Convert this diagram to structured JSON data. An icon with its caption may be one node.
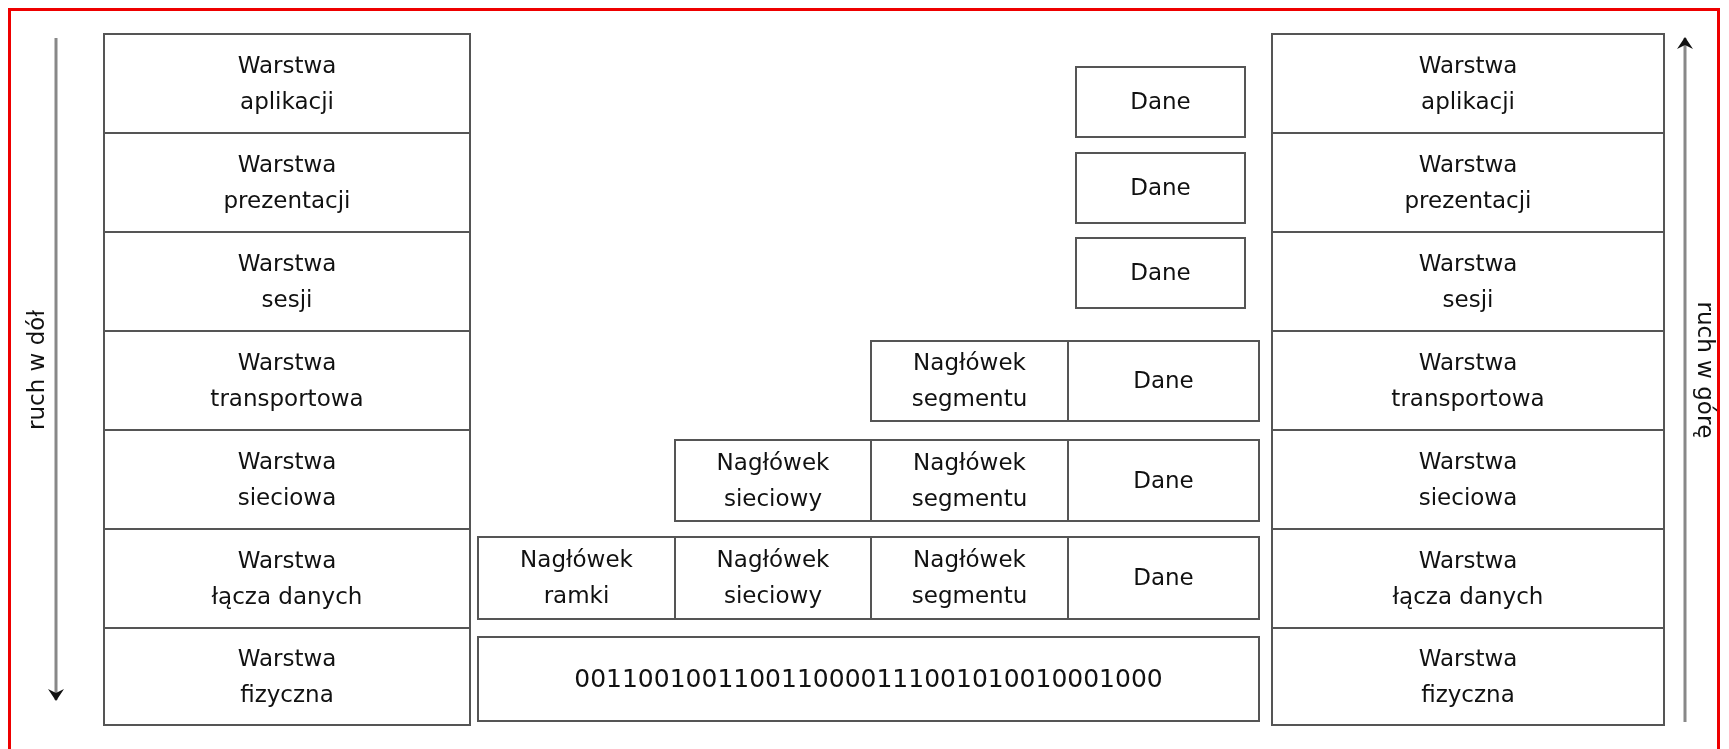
{
  "diagram": {
    "nodes": [
      {
        "text": [
          "Warstwa aplikacji"
        ]
      },
      {
        "text": [
          "Warstwa prezentacji"
        ]
      },
      {
        "text": [
          "Warstwa sesji"
        ]
      },
      {
        "text": [
          "Warstwa transportowa"
        ]
      },
      {
        "text": [
          "Warstwa sieciowa"
        ]
      },
      {
        "text": [
          "Warstwa łącza danych"
        ]
      },
      {
        "text": [
          "Warstwa fizyczna"
        ]
      },
      {
        "text": [
          "Dane"
        ]
      },
      {
        "text": [
          "Warstwa aplikacji"
        ]
      },
      {
        "text": [
          "Dane"
        ]
      },
      {
        "text": [
          "Warstwa prezentacji"
        ]
      },
      {
        "text": [
          "Dane"
        ]
      },
      {
        "text": [
          "Warstwa sesji"
        ]
      },
      {
        "text": [
          "Nagłówek segmentu"
        ]
      },
      {
        "text": [
          "Dane"
        ]
      },
      {
        "text": [
          "Warstwa transportowa"
        ]
      },
      {
        "text": [
          "Nagłówek sieciowy"
        ]
      },
      {
        "text": [
          "Nagłówek segmentu"
        ]
      },
      {
        "text": [
          "Dane"
        ]
      },
      {
        "text": [
          "Warstwa sieciowa"
        ]
      },
      {
        "text": [
          "Nagłówek ramki"
        ]
      },
      {
        "text": [
          "Nagłówek sieciowy"
        ]
      },
      {
        "text": [
          "Nagłówek segmentu"
        ]
      },
      {
        "text": [
          "Dane"
        ]
      },
      {
        "text": [
          "Warstwa łącza danych"
        ]
      },
      {
        "text": [
          "0011001001100110000111001010010001000"
        ]
      },
      {
        "text": [
          "Warstwa fizyczna"
        ]
      }
    ],
    "edges": [],
    "labels": [
      "ruch w dół",
      "ruch w górę"
    ]
  }
}
